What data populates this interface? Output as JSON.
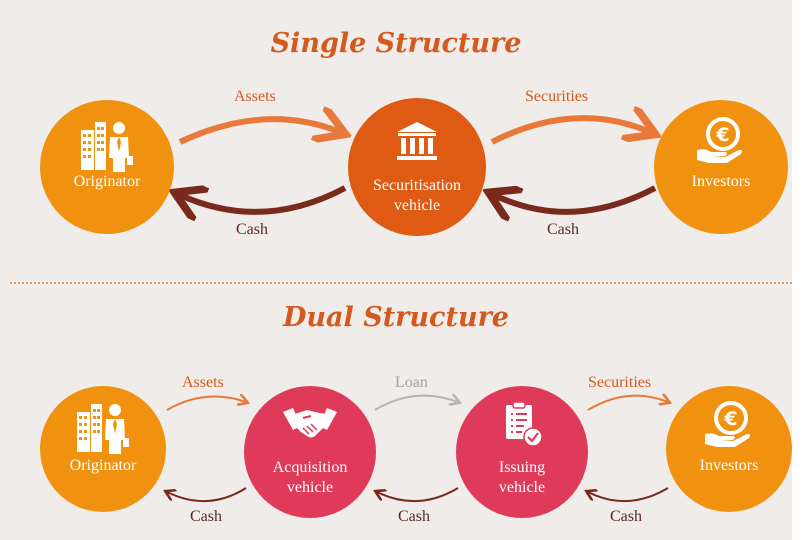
{
  "single": {
    "title": "Single Structure",
    "originator": "Originator",
    "vehicle_line1": "Securitisation",
    "vehicle_line2": "vehicle",
    "investors": "Investors",
    "assets": "Assets",
    "securities": "Securities",
    "cash_left": "Cash",
    "cash_right": "Cash"
  },
  "dual": {
    "title": "Dual Structure",
    "originator": "Originator",
    "acquisition_line1": "Acquisition",
    "acquisition_line2": "vehicle",
    "issuing_line1": "Issuing",
    "issuing_line2": "vehicle",
    "investors": "Investors",
    "assets": "Assets",
    "loan": "Loan",
    "securities": "Securities",
    "cash_1": "Cash",
    "cash_2": "Cash",
    "cash_3": "Cash"
  },
  "colors": {
    "orange": "#f0920f",
    "dark_orange": "#df5a12",
    "pink": "#e03a5b",
    "title": "#d4591c",
    "cash_arrow": "#7a2a1c",
    "loan_arrow": "#b9b4b0"
  },
  "icons": [
    "business-person-icon",
    "bank-building-icon",
    "euro-hand-icon",
    "handshake-icon",
    "clipboard-check-icon"
  ]
}
